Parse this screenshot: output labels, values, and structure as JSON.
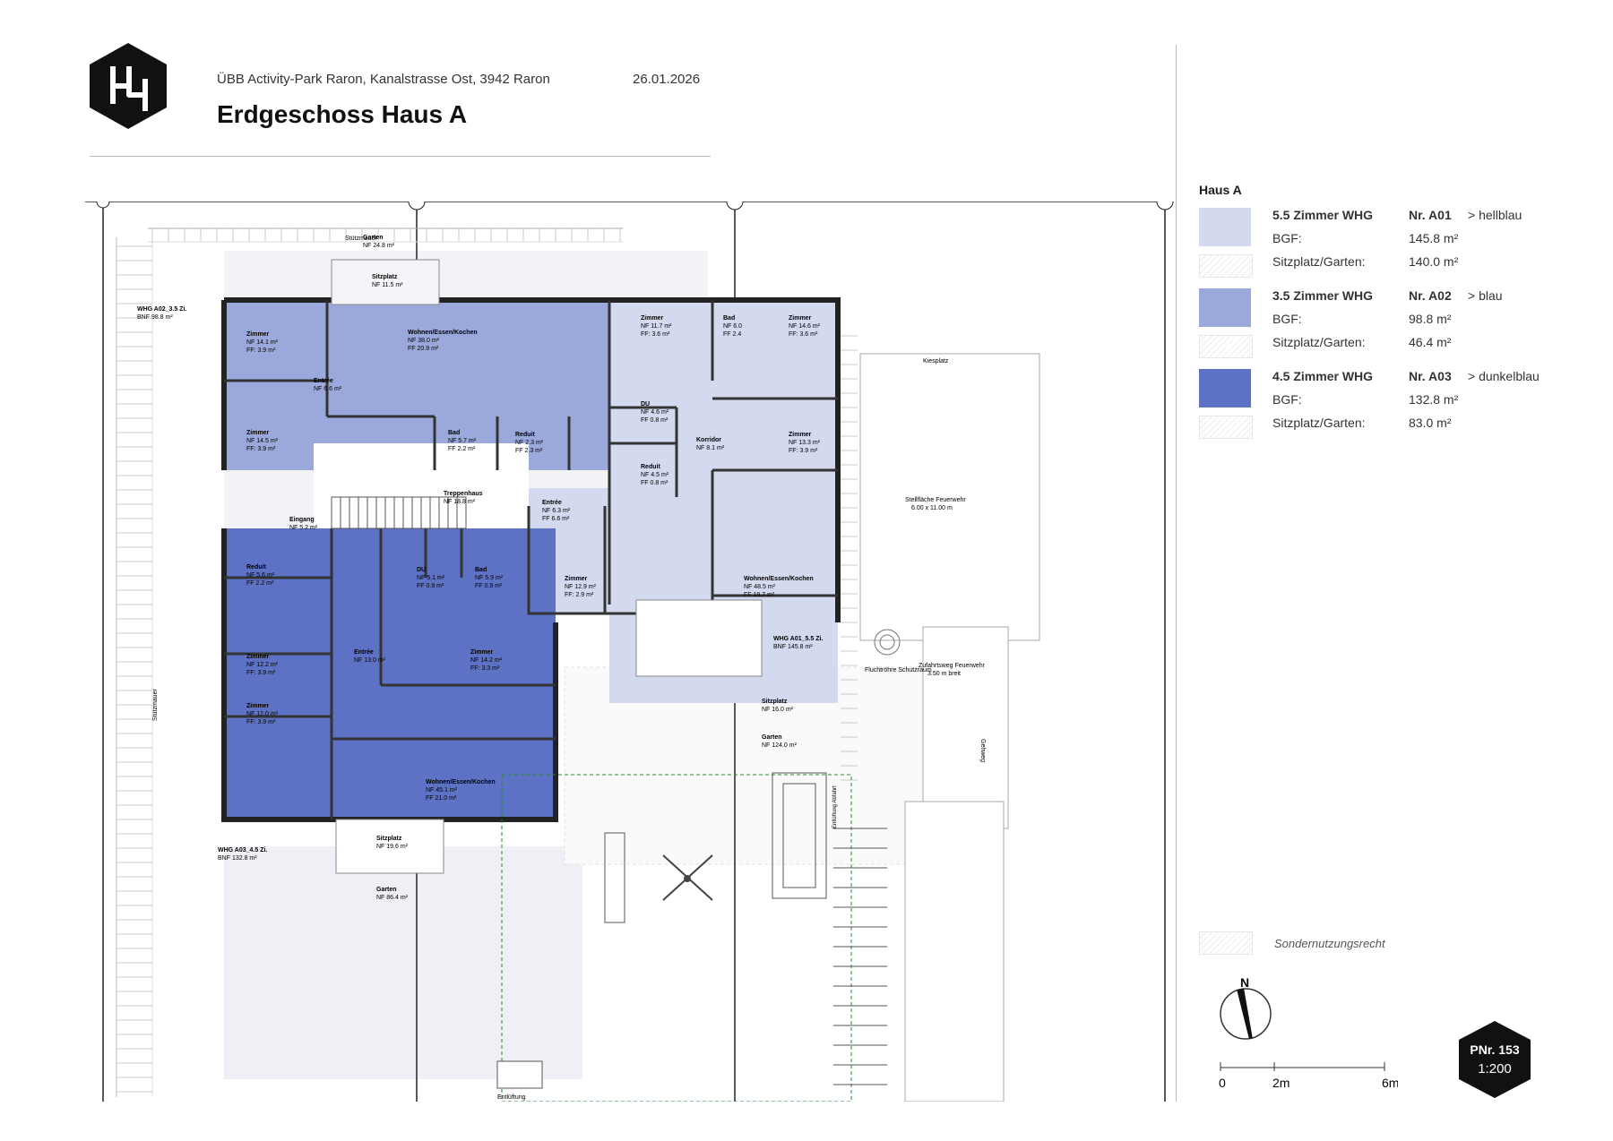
{
  "header": {
    "address": "ÜBB Activity-Park Raron, Kanalstrasse Ost, 3942 Raron",
    "date": "26.01.2026",
    "title": "Erdgeschoss Haus A"
  },
  "legend": {
    "title": "Haus A",
    "units": [
      {
        "type": "5.5 Zimmer WHG",
        "nr": "Nr. A01",
        "color_name": "> hellblau",
        "color": "#d3daf0",
        "bgf_label": "BGF:",
        "bgf_value": "145.8 m²",
        "garden_label": "Sitzplatz/Garten:",
        "garden_value": "140.0 m²"
      },
      {
        "type": "3.5 Zimmer WHG",
        "nr": "Nr. A02",
        "color_name": "> blau",
        "color": "#9aa8dc",
        "bgf_label": "BGF:",
        "bgf_value": "98.8 m²",
        "garden_label": "Sitzplatz/Garten:",
        "garden_value": "46.4 m²"
      },
      {
        "type": "4.5 Zimmer WHG",
        "nr": "Nr. A03",
        "color_name": "> dunkelblau",
        "color": "#5d72c4",
        "bgf_label": "BGF:",
        "bgf_value": "132.8 m²",
        "garden_label": "Sitzplatz/Garten:",
        "garden_value": "83.0 m²"
      }
    ],
    "special_use_label": "Sondernutzungsrecht"
  },
  "north_label": "N",
  "scale": {
    "ticks": [
      "0",
      "2m",
      "6m"
    ],
    "ratio": "1:200"
  },
  "badge": {
    "label": "PNr. 153",
    "ratio": "1:200"
  },
  "plan": {
    "unit_tags": [
      {
        "name": "WHG A02_3.5 Zi.",
        "bnf": "BNF 98.8 m²"
      },
      {
        "name": "WHG A01_5.5 Zi.",
        "bnf": "BNF 145.8 m²"
      },
      {
        "name": "WHG A03_4.5 Zi.",
        "bnf": "BNF 132.8 m²"
      }
    ],
    "rooms": [
      {
        "name": "Garten",
        "nf": "NF 24.8 m²"
      },
      {
        "name": "Sitzplatz",
        "nf": "NF 11.5 m²"
      },
      {
        "name": "Zimmer",
        "nf": "NF 14.1 m²",
        "ff": "FF: 3.9 m²"
      },
      {
        "name": "Wohnen/Essen/Kochen",
        "nf": "NF 38.0 m²",
        "ff": "FF 20.9 m²"
      },
      {
        "name": "Entrée",
        "nf": "NF 6.6 m²"
      },
      {
        "name": "Zimmer",
        "nf": "NF 14.5 m²",
        "ff": "FF: 3.9 m²"
      },
      {
        "name": "Bad",
        "nf": "NF 5.7 m²",
        "ff": "FF 2.2 m²"
      },
      {
        "name": "Reduit",
        "nf": "NF 2.3 m²",
        "ff": "FF 2.3 m²"
      },
      {
        "name": "Zimmer",
        "nf": "NF 11.7 m²",
        "ff": "FF: 3.6 m²"
      },
      {
        "name": "Bad",
        "nf": "NF 6.0",
        "ff": "FF 2.4"
      },
      {
        "name": "Zimmer",
        "nf": "NF 14.6 m²",
        "ff": "FF: 3.6 m²"
      },
      {
        "name": "DU",
        "nf": "NF 4.6 m²",
        "ff": "FF 0.8 m²"
      },
      {
        "name": "Korridor",
        "nf": "NF 8.1 m²"
      },
      {
        "name": "Zimmer",
        "nf": "NF 13.3 m²",
        "ff": "FF: 3.9 m²"
      },
      {
        "name": "Reduit",
        "nf": "NF 4.5 m²",
        "ff": "FF 0.8 m²"
      },
      {
        "name": "Treppenhaus",
        "nf": "NF 18.8 m²"
      },
      {
        "name": "Entrée",
        "nf": "NF 6.3 m²",
        "ff": "FF 6.6 m²"
      },
      {
        "name": "Eingang",
        "nf": "NF 5.2 m²"
      },
      {
        "name": "Reduit",
        "nf": "NF 5.6 m²",
        "ff": "FF 2.2 m²"
      },
      {
        "name": "DU",
        "nf": "NF 5.1 m²",
        "ff": "FF 0.9 m²"
      },
      {
        "name": "Bad",
        "nf": "NF 5.9 m²",
        "ff": "FF 0.9 m²"
      },
      {
        "name": "Zimmer",
        "nf": "NF 12.9 m²",
        "ff": "FF: 2.9 m²"
      },
      {
        "name": "Wohnen/Essen/Kochen",
        "nf": "NF 48.5 m²",
        "ff": "FF 19.7 m²"
      },
      {
        "name": "Zimmer",
        "nf": "NF 12.2 m²",
        "ff": "FF: 3.9 m²"
      },
      {
        "name": "Entrée",
        "nf": "NF 13.0 m²"
      },
      {
        "name": "Zimmer",
        "nf": "NF 14.2 m²",
        "ff": "FF: 3.3 m²"
      },
      {
        "name": "Zimmer",
        "nf": "NF 12.0 m²",
        "ff": "FF: 3.9 m²"
      },
      {
        "name": "Wohnen/Essen/Kochen",
        "nf": "NF 45.1 m²",
        "ff": "FF 21.0 m²"
      },
      {
        "name": "Sitzplatz",
        "nf": "NF 16.0 m²"
      },
      {
        "name": "Garten",
        "nf": "NF 124.0 m²"
      },
      {
        "name": "Sitzplatz",
        "nf": "NF 19.6 m²"
      },
      {
        "name": "Garten",
        "nf": "NF 86.4 m²"
      }
    ],
    "site_labels": {
      "kiesplatz": "Kiesplatz",
      "stellflaeche": "Stellfläche Feuerwehr",
      "stellflaeche_dim": "6.00 x 11.00 m",
      "zufahrt": "Zufahrtsweg Feuerwehr",
      "zufahrt_dim": "3.50 m breit",
      "fluchtroehre": "Fluchtröhre Schutzraum",
      "entlueftung": "Entlüftung",
      "stuetzmauer_top": "Stützmauer",
      "stuetzmauer_left": "Stützmauer",
      "gehweg": "Gehweg",
      "entluftung_spalt": "Entlüftung Abfahrt"
    }
  }
}
